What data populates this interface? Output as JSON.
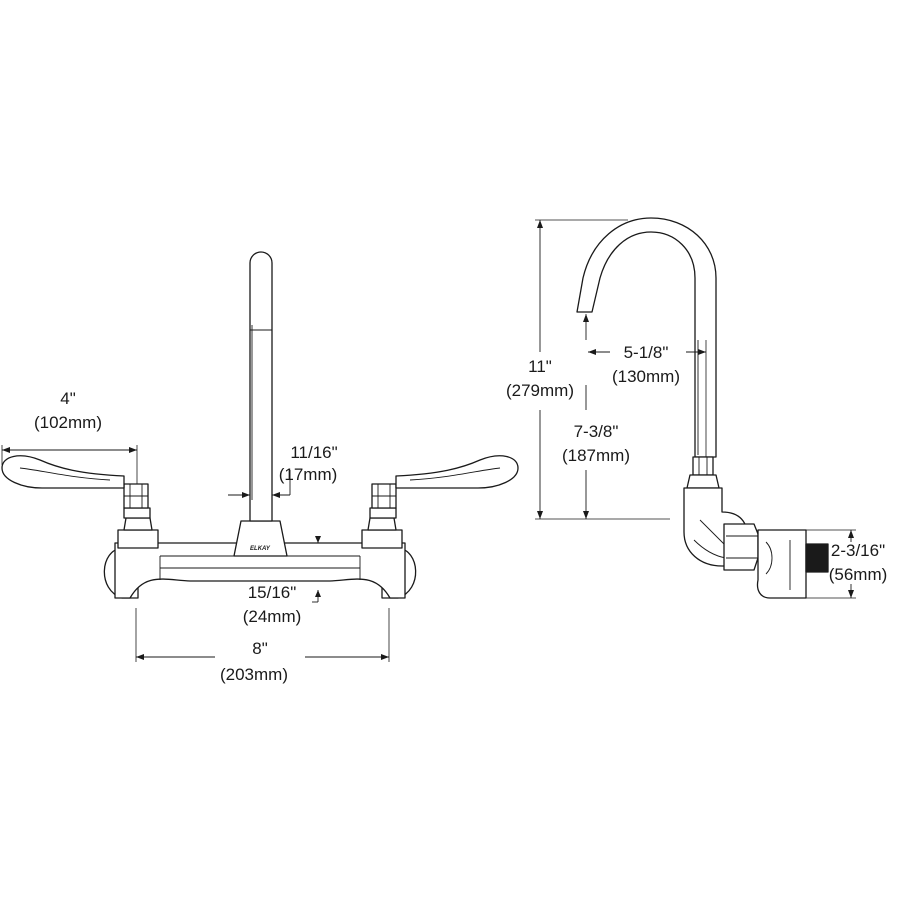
{
  "front_view": {
    "brand": "ELKAY",
    "dims": {
      "handle_length": {
        "imperial": "4\"",
        "metric": "(102mm)"
      },
      "spout_diameter": {
        "imperial": "11/16\"",
        "metric": "(17mm)"
      },
      "body_height": {
        "imperial": "15/16\"",
        "metric": "(24mm)"
      },
      "centers": {
        "imperial": "8\"",
        "metric": "(203mm)"
      }
    }
  },
  "side_view": {
    "dims": {
      "spout_height": {
        "imperial": "11\"",
        "metric": "(279mm)"
      },
      "spout_reach": {
        "imperial": "5-1/8\"",
        "metric": "(130mm)"
      },
      "spout_clearance": {
        "imperial": "7-3/8\"",
        "metric": "(187mm)"
      },
      "mount_height": {
        "imperial": "2-3/16\"",
        "metric": "(56mm)"
      }
    }
  }
}
